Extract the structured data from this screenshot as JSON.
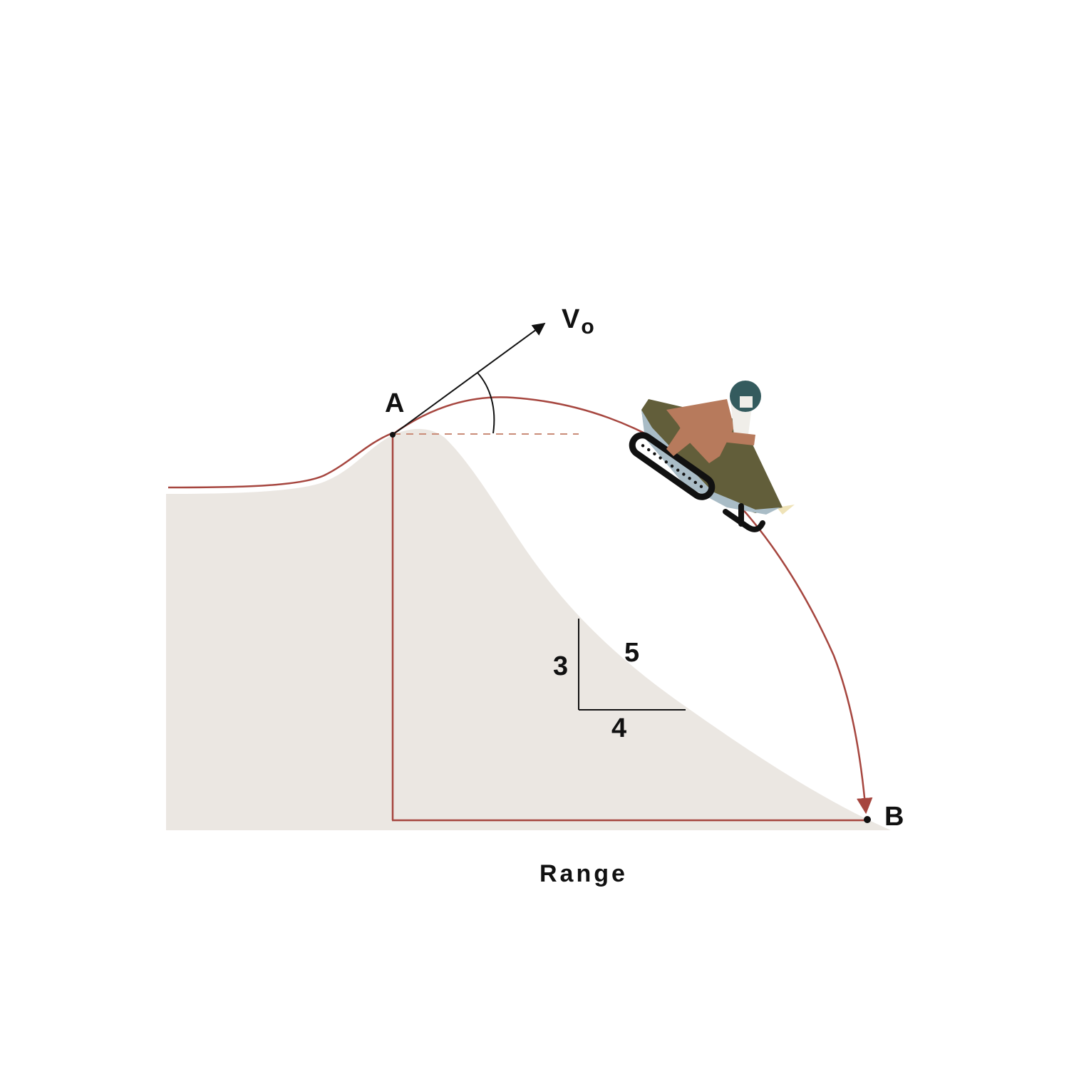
{
  "labels": {
    "point_a": "A",
    "point_b": "B",
    "velocity_main": "V",
    "velocity_sub": "o",
    "range": "Range"
  },
  "slope": {
    "rise": "3",
    "run": "4",
    "hypotenuse": "5"
  },
  "colors": {
    "background": "#ffffff",
    "ground": "#ebe7e2",
    "trajectory": "#a6463f",
    "dashed_reference": "#c98c78",
    "ink": "#111111",
    "rider_skin": "#b77a5c",
    "rider_helmet": "#345b5e",
    "rider_suit": "#f0eee9",
    "sled_body": "#625e3a",
    "sled_windshield": "#a9bcc6",
    "track": "#111111",
    "exhaust": "#efe3b8"
  }
}
